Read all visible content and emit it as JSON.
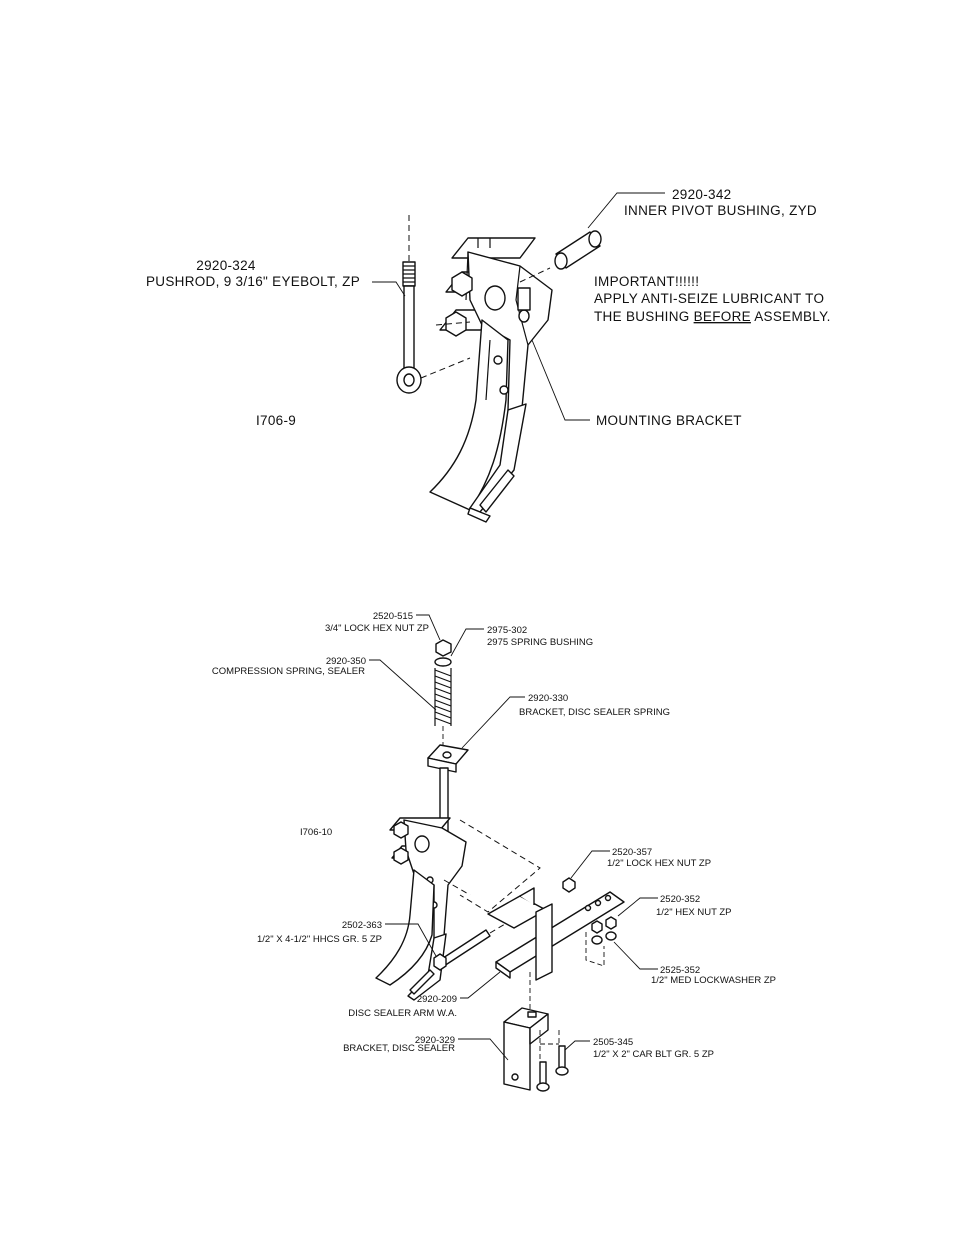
{
  "figure1": {
    "id_label": "I706-9",
    "pushrod": {
      "part_no": "2920-324",
      "desc": "PUSHROD, 9 3/16\" EYEBOLT, ZP"
    },
    "bushing": {
      "part_no": "2920-342",
      "desc": "INNER PIVOT BUSHING, ZYD"
    },
    "note": {
      "title": "IMPORTANT!!!!!!",
      "line1": "APPLY ANTI-SEIZE LUBRICANT TO",
      "line2_pre": "THE BUSHING ",
      "line2_emph": "BEFORE",
      "line2_post": " ASSEMBLY."
    },
    "bracket_label": "MOUNTING BRACKET"
  },
  "figure2": {
    "id_label": "I706-10",
    "parts": {
      "lock_nut_34": {
        "part_no": "2520-515",
        "desc": "3/4\" LOCK HEX NUT ZP"
      },
      "spring_bushing": {
        "part_no": "2975-302",
        "desc": "2975 SPRING BUSHING"
      },
      "compression_spring": {
        "part_no": "2920-350",
        "desc": "COMPRESSION SPRING, SEALER"
      },
      "spring_bracket": {
        "part_no": "2920-330",
        "desc": "BRACKET, DISC SEALER SPRING"
      },
      "lock_nut_12": {
        "part_no": "2520-357",
        "desc": "1/2\" LOCK HEX NUT ZP"
      },
      "hex_nut_12": {
        "part_no": "2520-352",
        "desc": "1/2\" HEX NUT ZP"
      },
      "hhcs": {
        "part_no": "2502-363",
        "desc": "1/2\" X 4-1/2\"  HHCS GR. 5 ZP"
      },
      "lockwasher": {
        "part_no": "2525-352",
        "desc": "1/2\" MED LOCKWASHER ZP"
      },
      "sealer_arm": {
        "part_no": "2920-209",
        "desc": "DISC SEALER ARM W.A."
      },
      "sealer_bracket": {
        "part_no": "2920-329",
        "desc": "BRACKET, DISC SEALER"
      },
      "carriage_bolt": {
        "part_no": "2505-345",
        "desc": "1/2\" X 2\" CAR BLT GR. 5 ZP"
      }
    }
  }
}
